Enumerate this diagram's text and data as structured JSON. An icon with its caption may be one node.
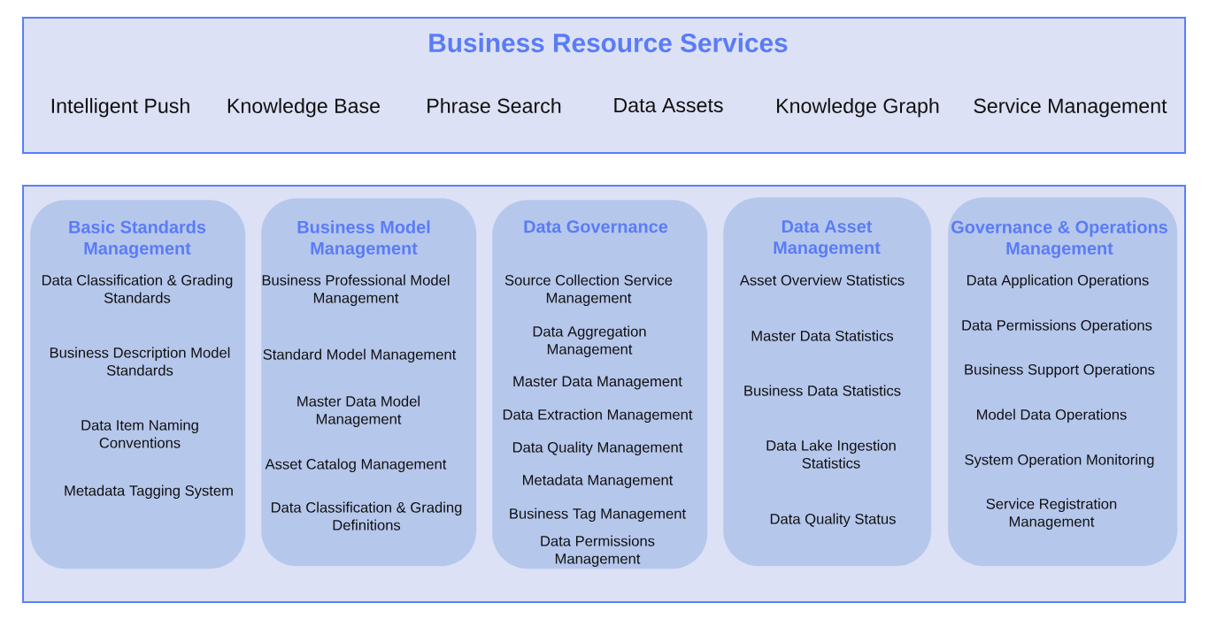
{
  "diagram": {
    "nodes": [
      {
        "text": [
          "Business Resource Services",
          "Intelligent Push",
          "Knowledge Base",
          "Phrase Search",
          "Data Assets",
          "Knowledge Graph",
          "Service Management"
        ]
      },
      {
        "text": [],
        "shape": "box"
      },
      {
        "text": [
          "Basic Standards Management",
          "Data Classification & Grading Standards",
          "Business Description Model Standards",
          "Data Item Naming Conventions",
          "Metadata Tagging System"
        ],
        "in": 1
      },
      {
        "text": [
          "Business Model Management",
          "Business Professional Model Management",
          "Standard Model Management",
          "Master Data Model Management",
          "Asset Catalog Management",
          "Data Classification & Grading Definitions"
        ],
        "in": 1
      },
      {
        "text": [
          "Data Governance",
          "Source Collection Service Management",
          "Data Aggregation Management",
          "Master Data Management",
          "Data Extraction Management",
          "Data Quality Management",
          "Metadata Management",
          "Business Tag Management",
          "Data Permissions Management"
        ],
        "in": 1
      },
      {
        "text": [
          "Data Asset Management",
          "Asset Overview Statistics",
          "Master Data Statistics",
          "Business Data Statistics",
          "Data Lake Ingestion Statistics",
          "Data Quality Status"
        ],
        "in": 1
      },
      {
        "text": [
          "Governance & Operations Management",
          "Data Application Operations",
          "Data Permissions Operations",
          "Business Support Operations",
          "Model Data Operations",
          "System Operation Monitoring",
          "Service Registration Management"
        ],
        "in": 1
      }
    ]
  }
}
